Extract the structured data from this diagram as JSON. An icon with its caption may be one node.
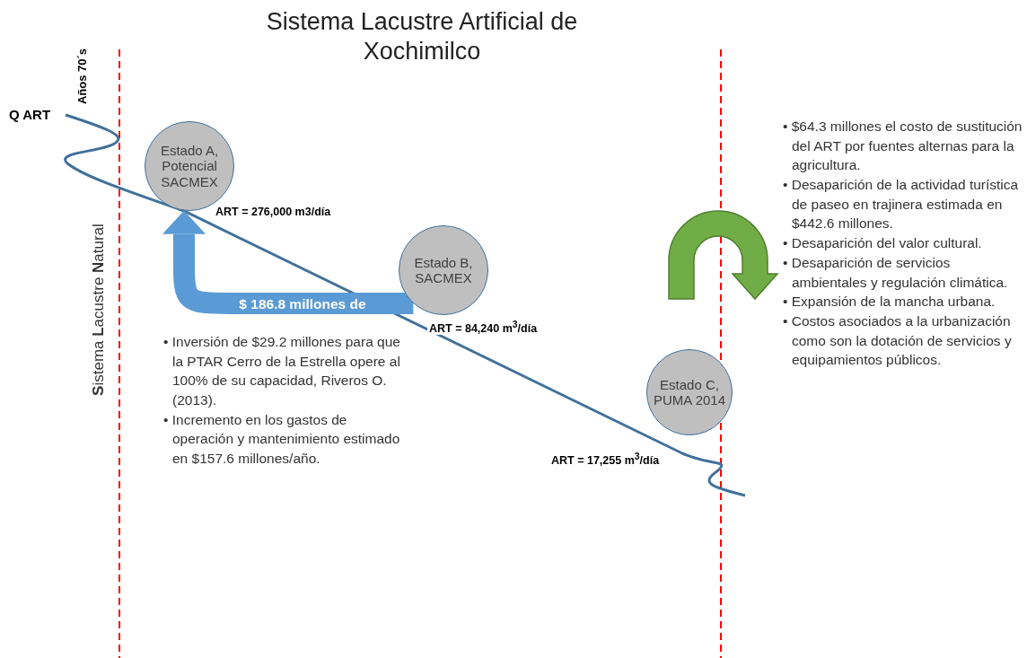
{
  "diagram": {
    "title": "Sistema Lacustre Artificial de Xochimilco",
    "nodes": [
      {
        "text": [
          "Estado A, Potencial SACMEX"
        ],
        "beside": [
          "ART = 276,000 m3/día"
        ]
      },
      {
        "text": [
          "Estado B, SACMEX"
        ],
        "beside": [
          "ART = 84,240 m$^{3}$/día"
        ]
      },
      {
        "text": [
          "Estado C, PUMA 2014"
        ],
        "beside": [
          "ART = 17,255 m$^{3}$/día"
        ]
      }
    ],
    "edges": [
      {
        "from": 1,
        "to": 0,
        "arrow": "to",
        "label": "$ 186.8 millones de",
        "color": "#5b9bd5"
      }
    ],
    "labels": [
      "Años 70´s",
      "Q ART",
      "**S**istema **L**acustre **N**atural",
      "• Inversión de $29.2 millones para que la PTAR Cerro de la Estrella opere al 100% de su capacidad, Riveros O. (2013).",
      "• Incremento en los gastos de operación y mantenimiento estimado en $157.6 millones/año.",
      "• $64.3 millones el costo de sustitución del ART por fuentes alternas para la agricultura.",
      "• Desaparición de la actividad turística de paseo en trajinera estimada en $442.6 millones.",
      "• Desaparición del valor cultural.",
      "• Desaparición de servicios ambientales y regulación climática.",
      "• Expansión de la mancha urbana.",
      "• Costos asociados a la urbanización como son la dotación de servicios y equipamientos públicos."
    ]
  }
}
